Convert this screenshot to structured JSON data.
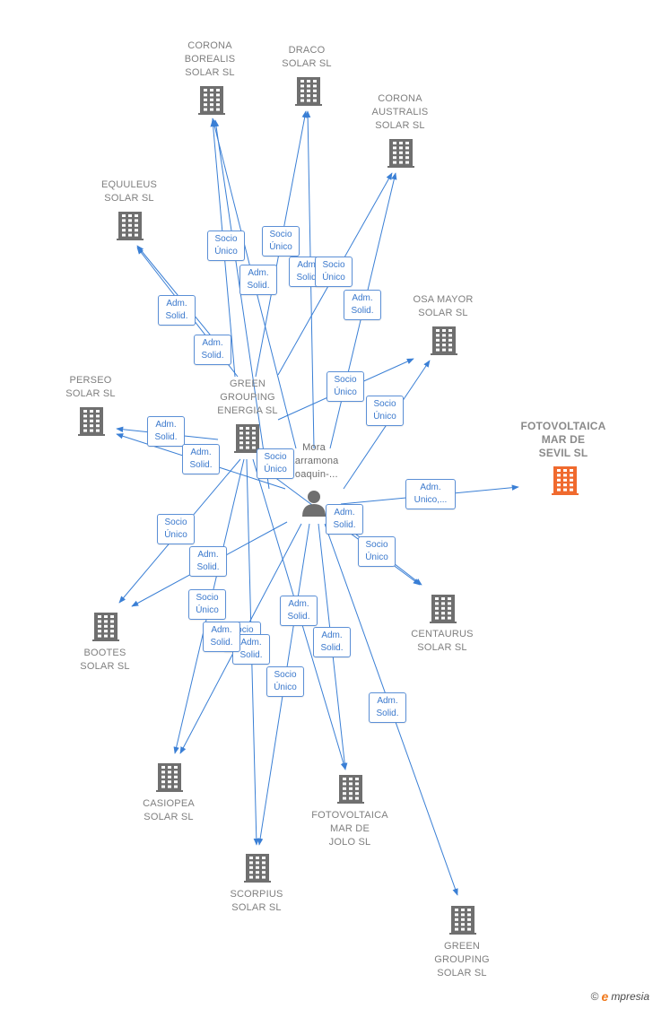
{
  "colors": {
    "edge": "#3a7fd5",
    "building": "#6f6f6f",
    "focus_building": "#f06a2e",
    "person": "#6f6f6f"
  },
  "nodes": [
    {
      "id": "corona_borealis",
      "label": "CORONA\nBOREALIS\nSOLAR  SL",
      "icon": "building-icon"
    },
    {
      "id": "draco",
      "label": "DRACO\nSOLAR  SL",
      "icon": "building-icon"
    },
    {
      "id": "corona_australis",
      "label": "CORONA\nAUSTRALIS\nSOLAR  SL",
      "icon": "building-icon"
    },
    {
      "id": "equuleus",
      "label": "EQUULEUS\nSOLAR  SL",
      "icon": "building-icon"
    },
    {
      "id": "osa_mayor",
      "label": "OSA MAYOR\nSOLAR  SL",
      "icon": "building-icon"
    },
    {
      "id": "perseo",
      "label": "PERSEO\nSOLAR  SL",
      "icon": "building-icon"
    },
    {
      "id": "green_grouping_energia",
      "label": "GREEN\nGROUPING\nENERGIA SL",
      "icon": "building-icon"
    },
    {
      "id": "mora",
      "label": "Mora\nLarramona\nJoaquin-...",
      "icon": "person-icon"
    },
    {
      "id": "fotovoltaica_sevil",
      "label": "FOTOVOLTAICA\nMAR DE\nSEVIL  SL",
      "icon": "building-icon",
      "focus": true
    },
    {
      "id": "centaurus",
      "label": "CENTAURUS\nSOLAR  SL",
      "icon": "building-icon"
    },
    {
      "id": "bootes",
      "label": "BOOTES\nSOLAR  SL",
      "icon": "building-icon"
    },
    {
      "id": "casiopea",
      "label": "CASIOPEA\nSOLAR  SL",
      "icon": "building-icon"
    },
    {
      "id": "fotovoltaica_jolo",
      "label": "FOTOVOLTAICA\nMAR DE\nJOLO  SL",
      "icon": "building-icon"
    },
    {
      "id": "scorpius",
      "label": "SCORPIUS\nSOLAR  SL",
      "icon": "building-icon"
    },
    {
      "id": "green_grouping_solar",
      "label": "GREEN\nGROUPING\nSOLAR  SL",
      "icon": "building-icon"
    }
  ],
  "edge_labels": [
    "Socio\nÚnico",
    "Socio\nÚnico",
    "Adm.\nSolid.",
    "Adm.\nSolid.",
    "Socio\nÚnico",
    "Adm.\nSolid.",
    "Socio\nÚnico",
    "Adm.\nSolid.",
    "Socio\nÚnico",
    "Adm.\nSolid.",
    "Socio\nÚnico",
    "Adm.\nSolid.",
    "Adm.\nSolid.",
    "Adm.\nUnico,...",
    "Socio\nÚnico",
    "Adm.\nSolid.",
    "Socio\nÚnico",
    "Adm.\nSolid.",
    "Socio\nÚnico",
    "Adm.\nSolid.",
    "Socio\nÚnico",
    "Adm.\nSolid.",
    "Socio\nÚnico",
    "Adm.\nSolid.",
    "Adm.\nSolid.",
    "Adm.\nSolid."
  ],
  "footer": {
    "copyright_symbol": "©",
    "brand_initial": "e",
    "brand_rest": "mpresia"
  }
}
